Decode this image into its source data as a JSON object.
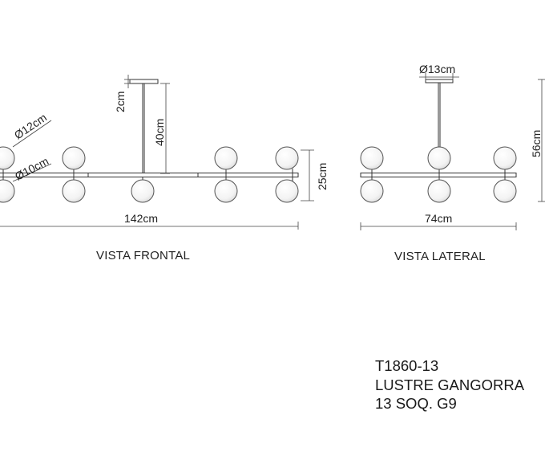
{
  "views": {
    "front": {
      "title": "VISTA FRONTAL",
      "dimensions": {
        "canopy_height": "2cm",
        "rod_length": "40cm",
        "globe_large_diameter": "Ø12cm",
        "globe_small_diameter": "Ø10cm",
        "fixture_height": "25cm",
        "total_width": "142cm"
      }
    },
    "side": {
      "title": "VISTA LATERAL",
      "dimensions": {
        "canopy_diameter": "Ø13cm",
        "total_height": "56cm",
        "total_width": "74cm"
      }
    }
  },
  "product": {
    "code": "T1860-13",
    "name": "LUSTRE GANGORRA",
    "sockets": "13 SOQ. G9"
  },
  "colors": {
    "line": "#333333",
    "globe_fill": "#f4f4f4",
    "globe_stroke": "#555555"
  }
}
